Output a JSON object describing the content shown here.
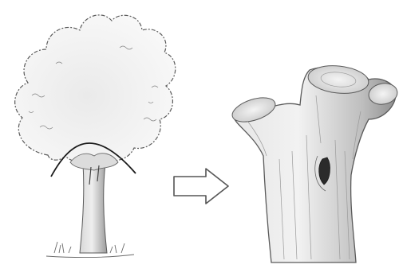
{
  "illustration": {
    "left_panel": "whole-tree",
    "right_panel": "pollarded-trunk-closeup",
    "connector": "arrow-right"
  },
  "colors": {
    "background": "#ffffff",
    "ink": "#5a5a5a",
    "shade": "#cfcfcf",
    "cut_line": "#1a1a1a",
    "hollow": "#2b2b2b"
  }
}
